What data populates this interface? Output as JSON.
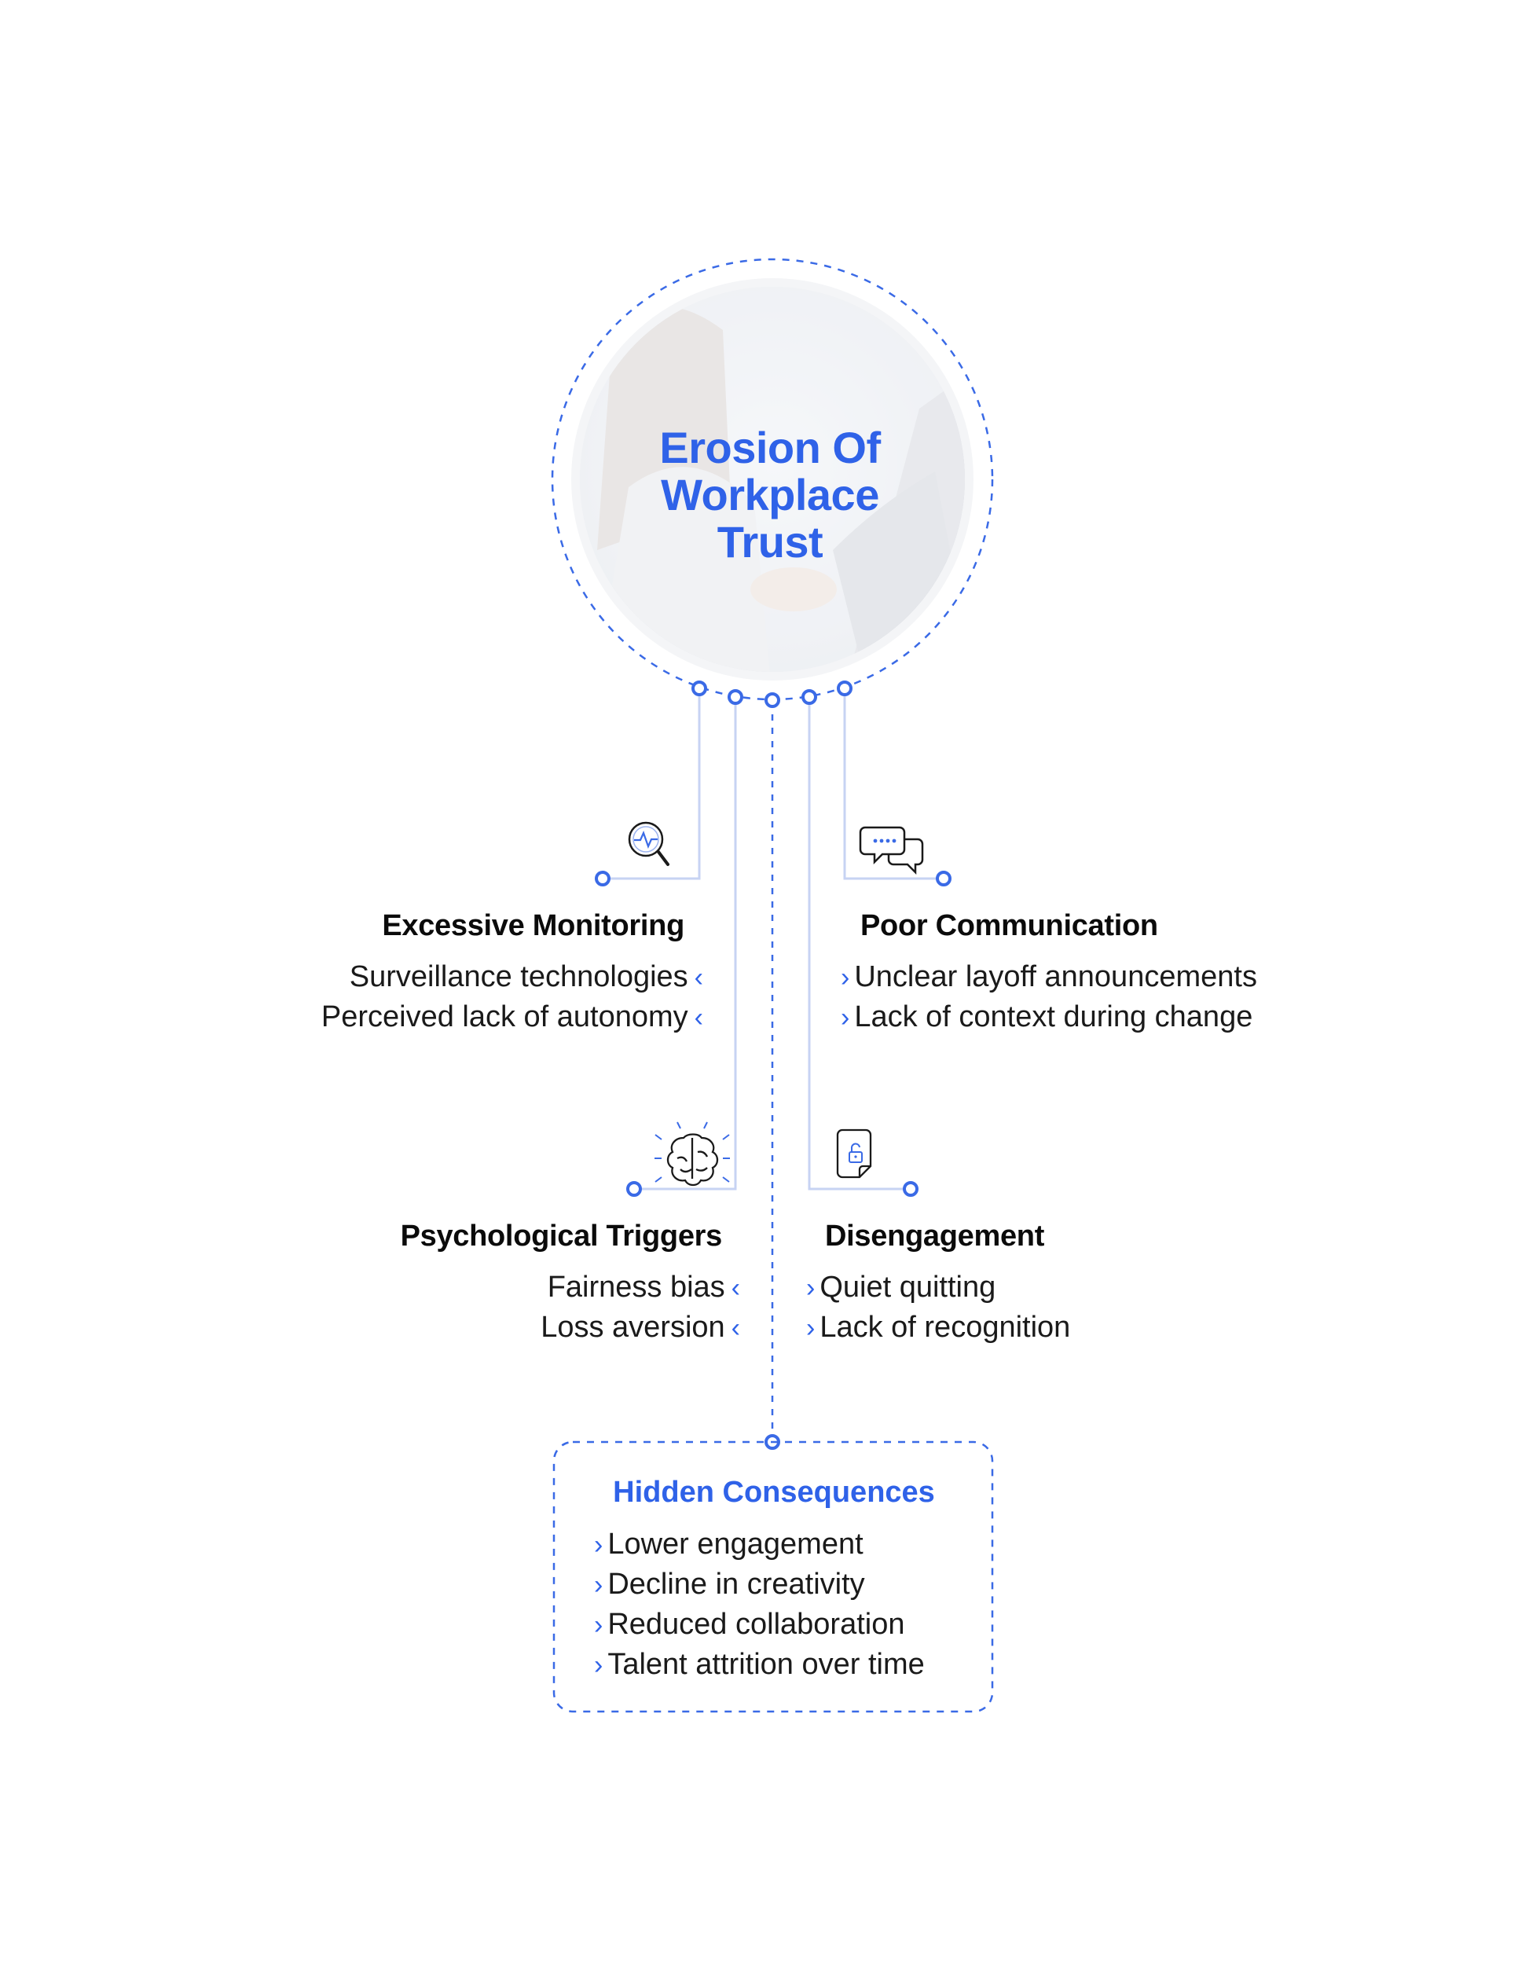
{
  "center": {
    "title_lines": [
      "Erosion Of",
      "Workplace",
      "Trust"
    ],
    "photo_description_icon": "handshake-photo"
  },
  "branches": {
    "excessive_monitoring": {
      "icon": "magnifier-pulse-icon",
      "title": "Excessive Monitoring",
      "items": [
        "Surveillance technologies",
        "Perceived lack of autonomy"
      ]
    },
    "poor_communication": {
      "icon": "chat-bubbles-icon",
      "title": "Poor Communication",
      "items": [
        "Unclear layoff announcements",
        "Lack of context during change"
      ]
    },
    "psychological_triggers": {
      "icon": "brain-icon",
      "title": "Psychological Triggers",
      "items": [
        "Fairness bias",
        "Loss aversion"
      ]
    },
    "disengagement": {
      "icon": "unlocked-document-icon",
      "title": "Disengagement",
      "items": [
        "Quiet quitting",
        "Lack of recognition"
      ]
    }
  },
  "hidden_consequences": {
    "title": "Hidden Consequences",
    "items": [
      "Lower engagement",
      "Decline in creativity",
      "Reduced collaboration",
      "Talent attrition over time"
    ]
  },
  "colors": {
    "accent": "#2f62e8",
    "connector": "#c7d3f3",
    "text": "#111111"
  }
}
